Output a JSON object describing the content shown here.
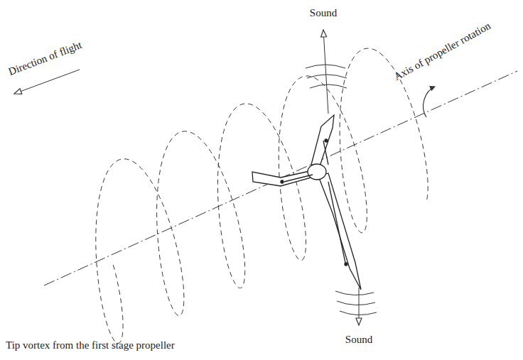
{
  "diagram": {
    "caption": "Tip vortex from the first stage propeller",
    "labels": [
      "Sound",
      "Sound",
      "Direction of flight",
      "Axis of propeller rotation"
    ]
  }
}
